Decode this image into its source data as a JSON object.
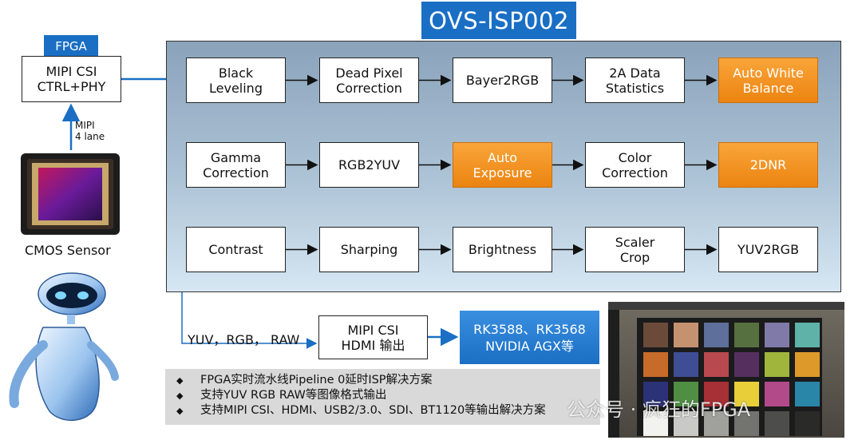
{
  "title": "OVS-ISP002",
  "fpga_tag": "FPGA",
  "mipi_box": "MIPI CSI\nCTRL+PHY",
  "mipi_lane_label": "MIPI\n4 lane",
  "sensor_label": "CMOS Sensor",
  "pipeline_rows": [
    [
      {
        "label": "Black\nLeveling",
        "highlight": false
      },
      {
        "label": "Dead Pixel\nCorrection",
        "highlight": false
      },
      {
        "label": "Bayer2RGB",
        "highlight": false
      },
      {
        "label": "2A Data\nStatistics",
        "highlight": false
      },
      {
        "label": "Auto White\nBalance",
        "highlight": true
      }
    ],
    [
      {
        "label": "Gamma\nCorrection",
        "highlight": false
      },
      {
        "label": "RGB2YUV",
        "highlight": false
      },
      {
        "label": "Auto\nExposure",
        "highlight": true
      },
      {
        "label": "Color\nCorrection",
        "highlight": false
      },
      {
        "label": "2DNR",
        "highlight": true
      }
    ],
    [
      {
        "label": "Contrast",
        "highlight": false
      },
      {
        "label": "Sharping",
        "highlight": false
      },
      {
        "label": "Brightness",
        "highlight": false
      },
      {
        "label": "Scaler\nCrop",
        "highlight": false
      },
      {
        "label": "YUV2RGB",
        "highlight": false
      }
    ]
  ],
  "output_formats": "YUV，RGB， RAW",
  "output_box": "MIPI CSI\nHDMI 输出",
  "target_box": "RK3588、RK3568\nNVIDIA AGX等",
  "notes": [
    "FPGA实时流水线Pipeline 0延时ISP解决方案",
    "支持YUV RGB RAW等图像格式输出",
    "支持MIPI CSI、HDMI、USB2/3.0、SDI、BT1120等输出解决方案"
  ],
  "bullet_glyph": "◆",
  "watermark": "公众号 · 疯狂的FPGA",
  "colors": {
    "accent_blue": "#1a6fc4",
    "highlight_orange": "#f08c1a",
    "panel_top": "#8aa3bb",
    "panel_bottom": "#d6e7f3"
  },
  "checker_colors": [
    "#6b4a3a",
    "#c4926f",
    "#5d6f9a",
    "#56703f",
    "#7f7aa8",
    "#5fb2a8",
    "#c76b2a",
    "#3f4d94",
    "#b8494f",
    "#55305f",
    "#9fb53c",
    "#dd9a2a",
    "#2b3277",
    "#4f8f44",
    "#a72f36",
    "#e8cf3a",
    "#b24a8a",
    "#2a86a8",
    "#f2f2ef",
    "#c9c9c6",
    "#a0a09d",
    "#737370",
    "#4d4d4b",
    "#2a2a29"
  ]
}
